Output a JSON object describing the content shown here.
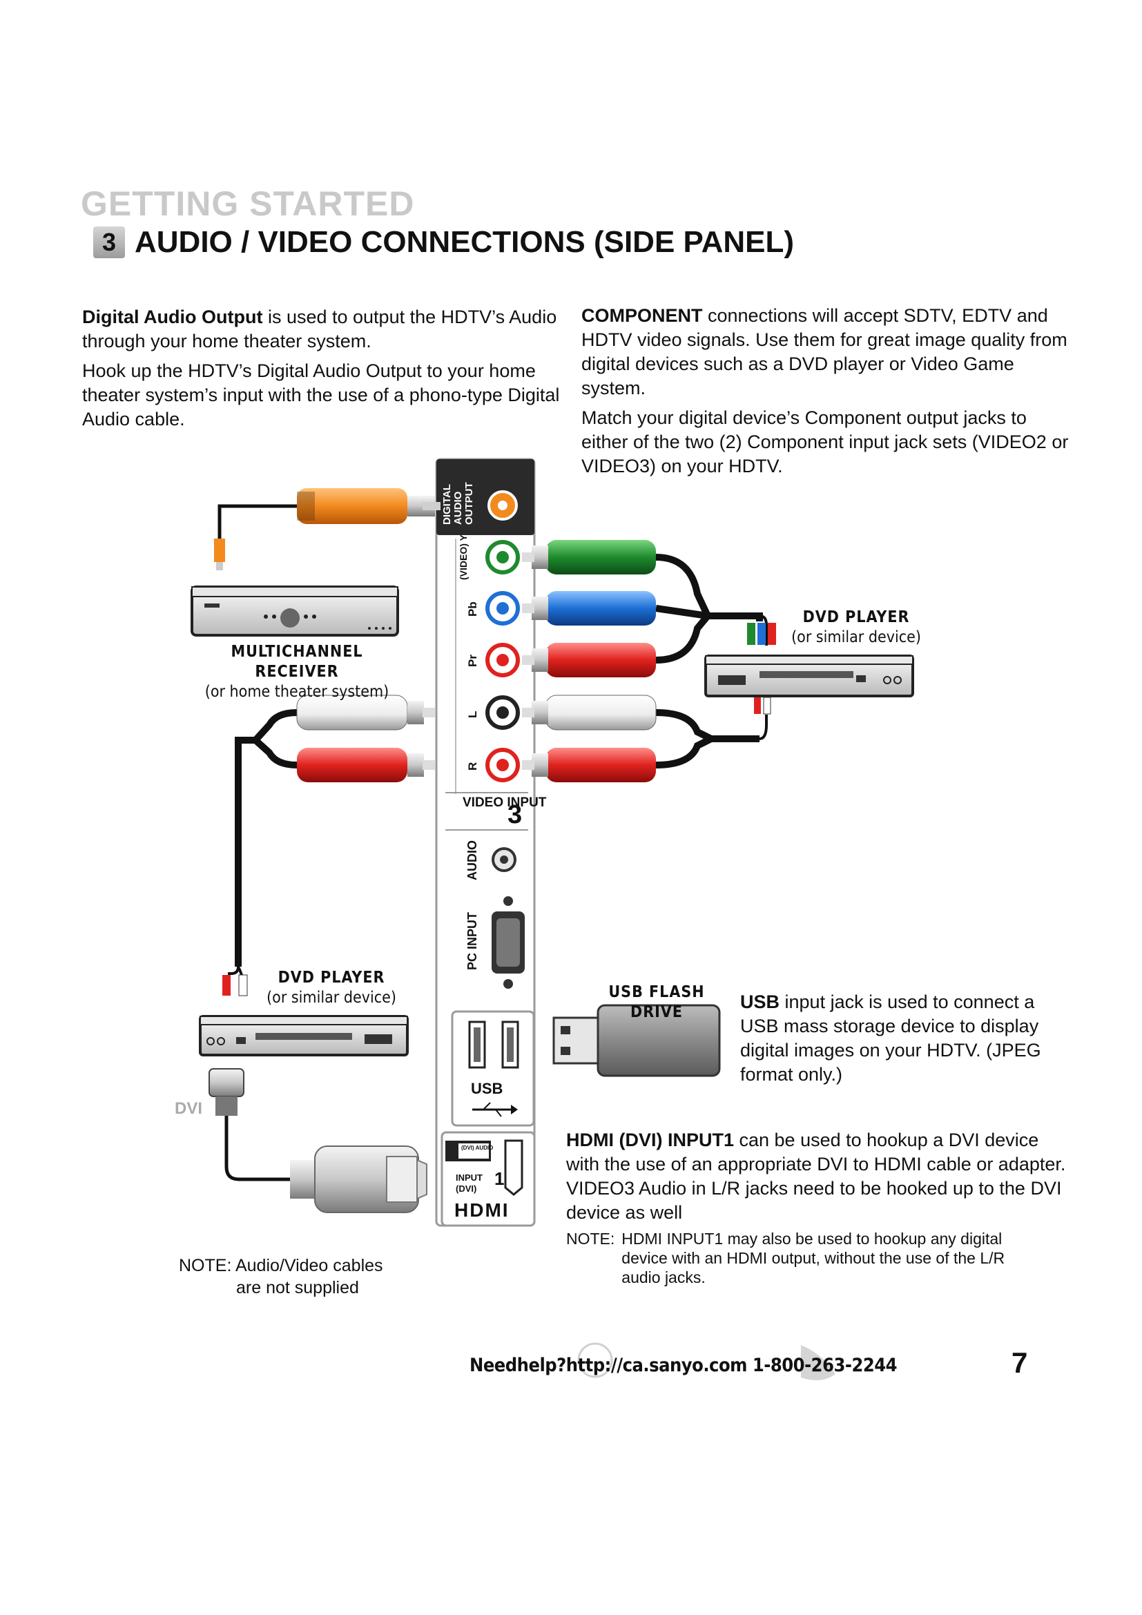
{
  "header": {
    "section": "GETTING STARTED",
    "step_number": "3",
    "title": "AUDIO / VIDEO CONNECTIONS (SIDE PANEL)"
  },
  "digital_audio": {
    "lead": "Digital Audio Output",
    "p1_rest": " is used to output the HDTV’s Audio through your home theater system.",
    "p2": "Hook up the HDTV’s Digital Audio Output to your home theater system’s input with the use of a phono-type Digital Audio cable."
  },
  "component": {
    "lead": "COMPONENT",
    "p1_rest": " connections will accept SDTV, EDTV and HDTV video signals. Use them for great image quality from digital devices such as a DVD player or Video Game system.",
    "p2": "Match your digital device’s Component output jacks to either of the two (2) Component input jack sets (VIDEO2 or VIDEO3) on your HDTV."
  },
  "panel": {
    "digital_audio_output": [
      "DIGITAL",
      "AUDIO",
      "OUTPUT"
    ],
    "video_y": "(VIDEO) Y",
    "pb": "Pb",
    "pr": "Pr",
    "l": "L",
    "r": "R",
    "video_input_label": "VIDEO INPUT",
    "video_input_num": "3",
    "audio": "AUDIO",
    "pc_input": "PC INPUT",
    "usb": "USB",
    "dvi_audio": "(DVI) AUDIO",
    "input1": "INPUT",
    "input1_num": "1",
    "input1_dvi": "(DVI)",
    "hdmi": "HDMI"
  },
  "devices": {
    "receiver_name": "MULTICHANNEL RECEIVER",
    "receiver_sub": "(or home theater system)",
    "dvd_right_name": "DVD PLAYER",
    "dvd_right_sub": "(or similar device)",
    "dvd_left_name": "DVD PLAYER",
    "dvd_left_sub": "(or similar device)",
    "usb_drive": "USB FLASH DRIVE",
    "dvi": "DVI"
  },
  "usb_text": {
    "lead": "USB",
    "rest": " input jack is used to connect a USB mass storage device to display digital images on your HDTV. (JPEG format only.)"
  },
  "hdmi_text": {
    "lead": "HDMI (DVI) INPUT1",
    "rest": " can be used to hookup a DVI device with the use of an appropriate DVI to HDMI cable or adapter. VIDEO3 Audio in L/R jacks need to be hooked up to the DVI device as well",
    "note_label": "NOTE:",
    "note": "HDMI INPUT1 may also be used to hookup any digital device with an HDMI output, without the use of the L/R audio jacks."
  },
  "cables_note": {
    "line1": "NOTE: Audio/Video cables",
    "line2": "are not supplied"
  },
  "footer": {
    "help": "Needhelp?http://ca.sanyo.com 1-800-263-2244",
    "page": "7"
  },
  "colors": {
    "orange": "#f28a1e",
    "green": "#1e8a2e",
    "blue": "#1e6fd6",
    "red": "#e0221e",
    "white_plug": "#f2f2f2",
    "panel_dark": "#2a2a2a"
  }
}
